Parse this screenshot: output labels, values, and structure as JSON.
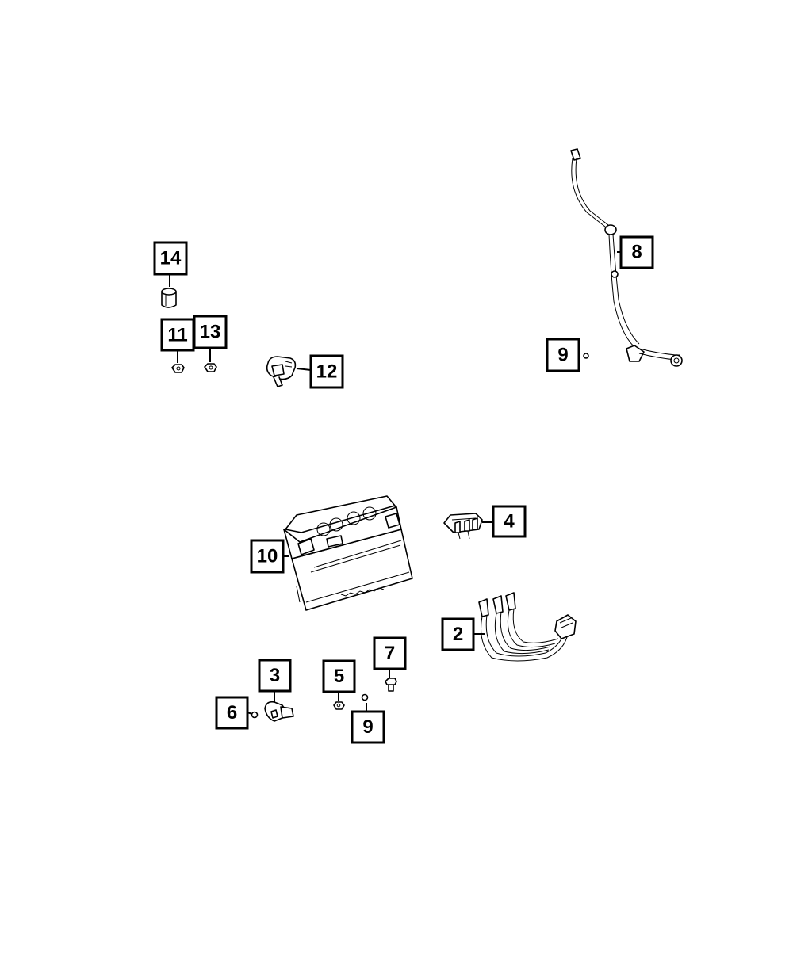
{
  "callouts": {
    "c14": "14",
    "c11": "11",
    "c13": "13",
    "c12": "12",
    "c8": "8",
    "c9_top": "9",
    "c4": "4",
    "c10": "10",
    "c2": "2",
    "c7": "7",
    "c3": "3",
    "c5": "5",
    "c6": "6",
    "c9_bottom": "9"
  },
  "colors": {
    "line": "#000000",
    "background": "#ffffff"
  }
}
